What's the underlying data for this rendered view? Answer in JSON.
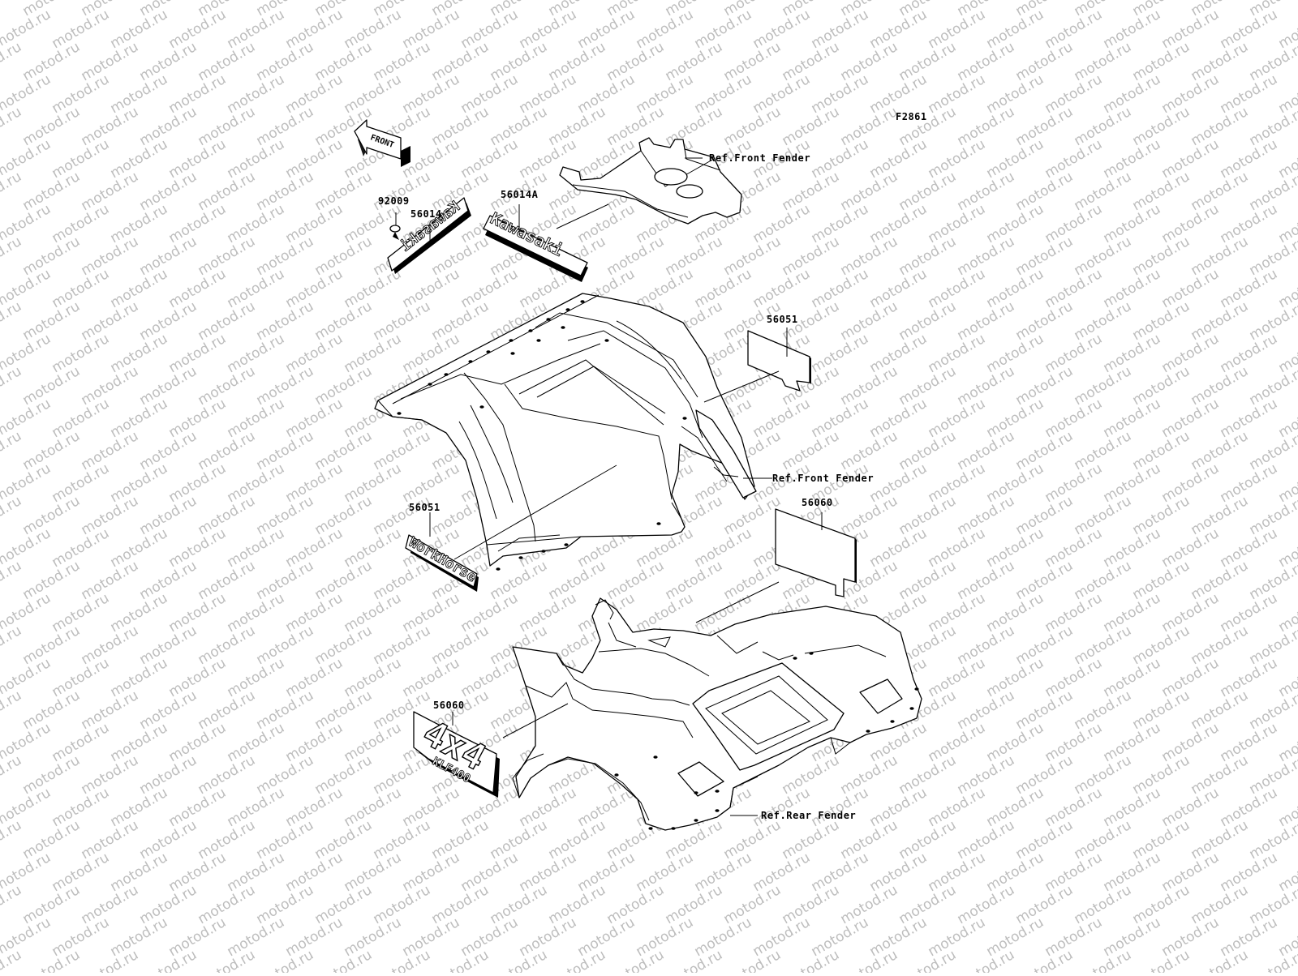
{
  "diagram": {
    "figure_code": "F2861",
    "watermark": "motod.ru",
    "front_arrow_label": "FRONT",
    "part_labels": [
      {
        "id": "p92009",
        "text": "92009"
      },
      {
        "id": "p56014",
        "text": "56014"
      },
      {
        "id": "p56014A",
        "text": "56014A"
      },
      {
        "id": "p56051_top",
        "text": "56051"
      },
      {
        "id": "p56051_left",
        "text": "56051"
      },
      {
        "id": "p56060_right",
        "text": "56060"
      },
      {
        "id": "p56060_left",
        "text": "56060"
      }
    ],
    "reference_labels": [
      {
        "id": "ref_front_top",
        "text": "Ref.Front Fender"
      },
      {
        "id": "ref_front_mid",
        "text": "Ref.Front Fender"
      },
      {
        "id": "ref_rear",
        "text": "Ref.Rear Fender"
      }
    ],
    "decal_texts": {
      "kawasaki_small": "Kawasaki",
      "kawasaki_large": "Kawasaki",
      "workhorse": "WorkHorse",
      "four_by_four": "4x4",
      "model": "KLF400"
    }
  }
}
